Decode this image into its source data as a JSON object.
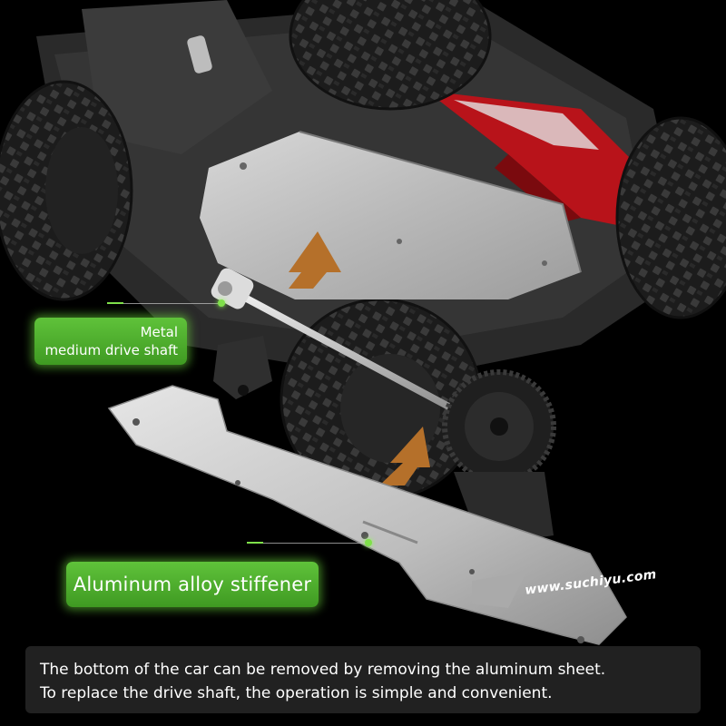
{
  "callouts": {
    "drive_shaft": {
      "line1": "Metal",
      "line2": "medium drive shaft"
    },
    "stiffener": "Aluminum alloy stiffener"
  },
  "watermark": "www.suchiyu.com",
  "caption": {
    "line1": "The bottom of the car can be removed by removing the aluminum sheet.",
    "line2": "To replace the drive shaft, the operation is simple and convenient."
  },
  "colors": {
    "background": "#000000",
    "label_green": "#4caf2c",
    "body_red": "#c0141c",
    "arrow_orange": "#b5702a",
    "plate_silver": "#c9c9c9"
  }
}
